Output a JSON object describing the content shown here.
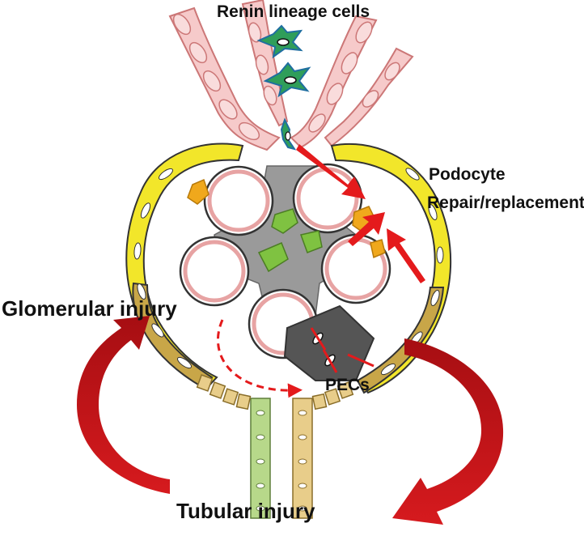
{
  "labels": {
    "renin": "Renin lineage cells",
    "podocyte_line1": "Podocyte",
    "podocyte_line2": "Repair/replacement",
    "glomerular": "Glomerular injury",
    "pecs": "PECs",
    "tubular": "Tubular injury"
  },
  "colors": {
    "bowman_capsule": "#f2e62a",
    "capsule_tan": "#b8973a",
    "renin_cell": "#2f9e5a",
    "renin_cell_edge": "#1f6ea0",
    "mesangium": "#9a9a9a",
    "mesangial_cell": "#7fc241",
    "podocyte": "#f0a81c",
    "capillary_pink": "#f4c6c6",
    "arteriole_pink": "#f6caca",
    "pec_dark": "#555555",
    "arrow_red": "#e41a1c",
    "cycle_arrow": "#a80f14",
    "tubule_green": "#b7d88a",
    "tubule_tan": "#e8cd8a"
  }
}
